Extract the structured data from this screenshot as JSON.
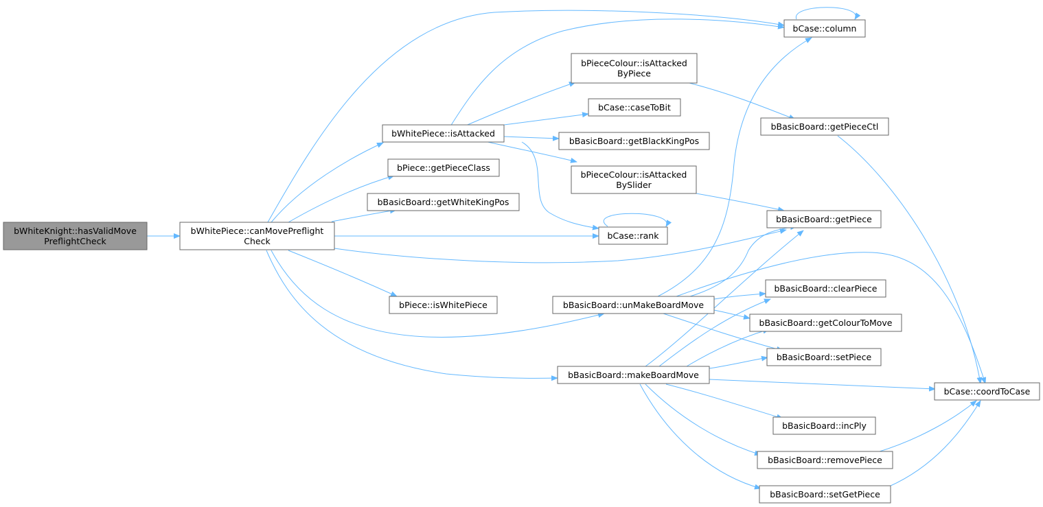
{
  "colors": {
    "node_fill": "#ffffff",
    "root_fill": "#999999",
    "node_stroke": "#666666",
    "edge": "#63b8ff",
    "text": "#000000"
  },
  "nodes": {
    "n_root": [
      "bWhiteKnight::hasValidMove",
      "PreflightCheck"
    ],
    "n_canmove": [
      "bWhitePiece::canMovePreflight",
      "Check"
    ],
    "n_isattacked": [
      "bWhitePiece::isAttacked"
    ],
    "n_getpiececlass": [
      "bPiece::getPieceClass"
    ],
    "n_getwhitekingpos": [
      "bBasicBoard::getWhiteKingPos"
    ],
    "n_iswhitepiece": [
      "bPiece::isWhitePiece"
    ],
    "n_column": [
      "bCase::column"
    ],
    "n_isattbypiece": [
      "bPieceColour::isAttacked",
      "ByPiece"
    ],
    "n_casetobit": [
      "bCase::caseToBit"
    ],
    "n_getblackkingpos": [
      "bBasicBoard::getBlackKingPos"
    ],
    "n_isattbyslider": [
      "bPieceColour::isAttacked",
      "BySlider"
    ],
    "n_rank": [
      "bCase::rank"
    ],
    "n_getpiecectl": [
      "bBasicBoard::getPieceCtl"
    ],
    "n_getpiece": [
      "bBasicBoard::getPiece"
    ],
    "n_unmake": [
      "bBasicBoard::unMakeBoardMove"
    ],
    "n_make": [
      "bBasicBoard::makeBoardMove"
    ],
    "n_clearpiece": [
      "bBasicBoard::clearPiece"
    ],
    "n_getcolourtomove": [
      "bBasicBoard::getColourToMove"
    ],
    "n_setpiece": [
      "bBasicBoard::setPiece"
    ],
    "n_coordtocase": [
      "bCase::coordToCase"
    ],
    "n_incply": [
      "bBasicBoard::incPly"
    ],
    "n_removepiece": [
      "bBasicBoard::removePiece"
    ],
    "n_setgetpiece": [
      "bBasicBoard::setGetPiece"
    ]
  }
}
